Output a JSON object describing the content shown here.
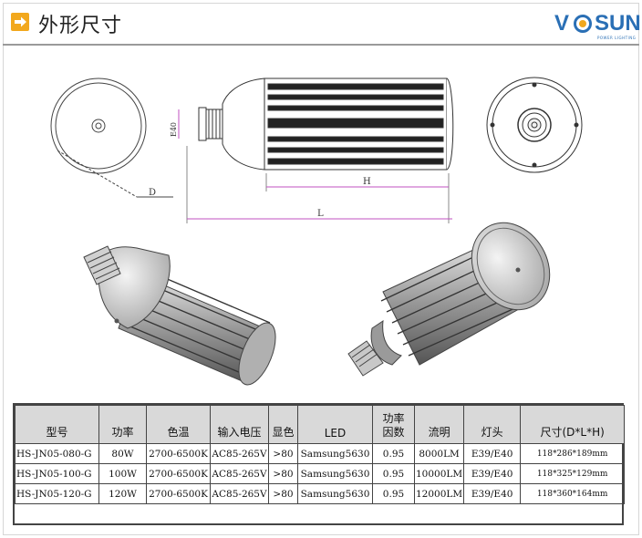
{
  "header": {
    "title": "外形尺寸",
    "arrow_icon": "arrow-right-icon",
    "accent_color": "#f2a81d"
  },
  "logo": {
    "letter_v": "V",
    "letters_sun": "SUN",
    "tagline": "POWER LIGHTING",
    "brand_color": "#2a6fb5",
    "accent_color": "#f2a81d"
  },
  "drawing": {
    "label_d": "D",
    "label_h": "H",
    "label_l": "L",
    "label_e40": "E40"
  },
  "table": {
    "headers": [
      "型号",
      "功率",
      "色温",
      "输入电压",
      "显色",
      "LED",
      "功率\n因数",
      "流明",
      "灯头",
      "尺寸(D*L*H)"
    ],
    "rows": [
      [
        "HS-JN05-080-G",
        "80W",
        "2700-6500K",
        "AC85-265V",
        ">80",
        "Samsung5630",
        "0.95",
        "8000LM",
        "E39/E40",
        "118*286*189mm"
      ],
      [
        "HS-JN05-100-G",
        "100W",
        "2700-6500K",
        "AC85-265V",
        ">80",
        "Samsung5630",
        "0.95",
        "10000LM",
        "E39/E40",
        "118*325*129mm"
      ],
      [
        "HS-JN05-120-G",
        "120W",
        "2700-6500K",
        "AC85-265V",
        ">80",
        "Samsung5630",
        "0.95",
        "12000LM",
        "E39/E40",
        "118*360*164mm"
      ]
    ]
  }
}
